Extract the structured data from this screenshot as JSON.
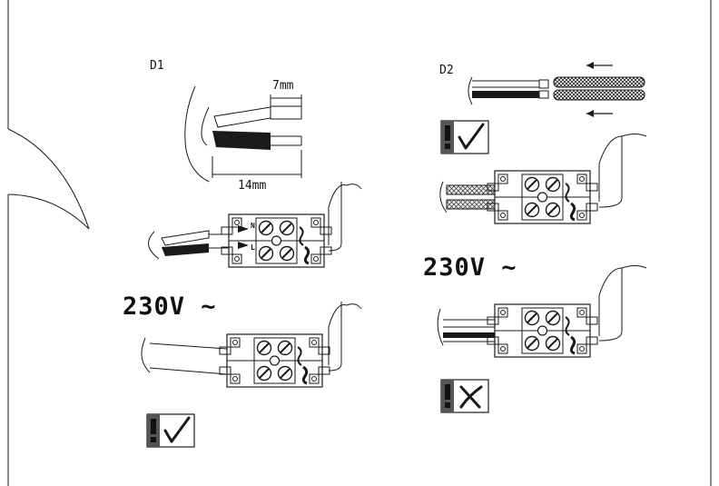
{
  "panels": {
    "d1": {
      "label": "D1"
    },
    "d2": {
      "label": "D2"
    }
  },
  "dimensions": {
    "strip_length": "7mm",
    "sheath_length": "14mm"
  },
  "voltage": {
    "left": "230V ~",
    "right": "230V ~"
  },
  "terminal_marks": {
    "neutral": "N",
    "live": "L"
  },
  "icons": [
    "warning-correct-icon",
    "warning-correct-icon",
    "warning-wrong-icon"
  ],
  "colors": {
    "line": "#1a1a1a",
    "background": "#ffffff"
  }
}
